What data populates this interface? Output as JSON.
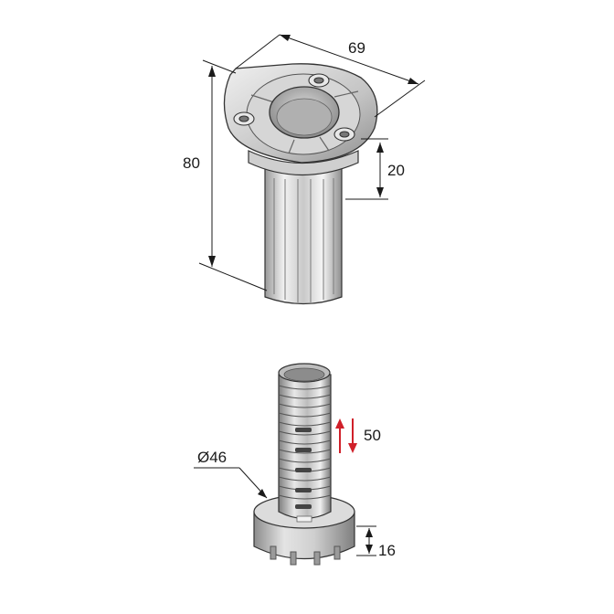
{
  "dimensions": {
    "width_top": "69",
    "height_total": "80",
    "flange_height": "20",
    "base_diameter": "Ø46",
    "adjustment_range": "50",
    "base_height": "16"
  },
  "colors": {
    "metal_light": "#e6e6e6",
    "metal_mid": "#bdbdbd",
    "metal_dark": "#8a8a8a",
    "outline": "#333333",
    "arrow_red": "#d0202a"
  }
}
